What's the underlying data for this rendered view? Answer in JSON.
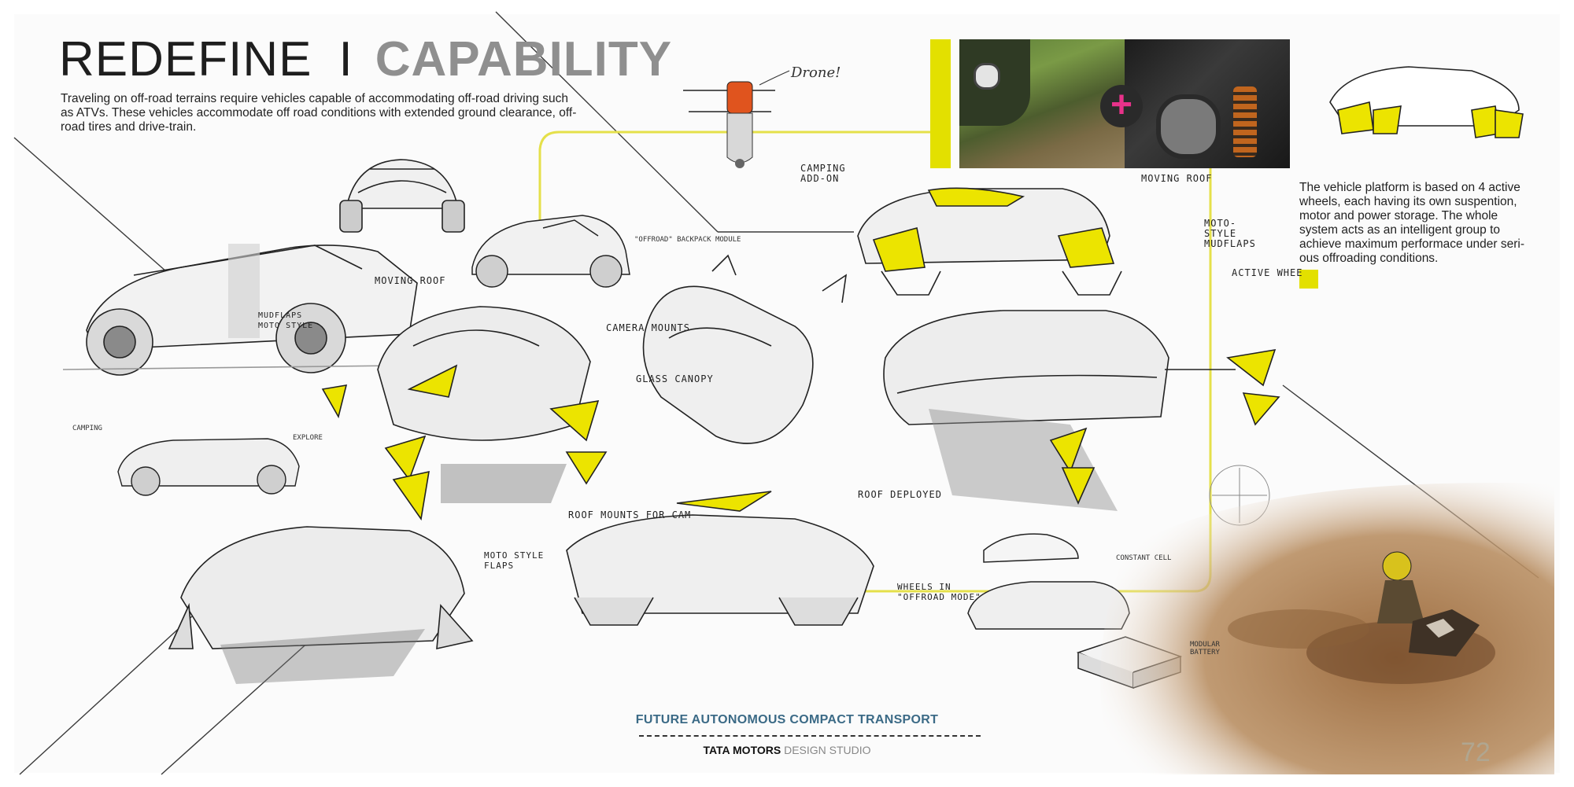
{
  "title": {
    "left": "REDEFINE",
    "separator": "I",
    "right": "CAPABILITY"
  },
  "intro": "Traveling on off-road terrains require vehicles capable of accommodating off-road driving such as ATVs. These vehicles accommodate off road conditions with extended ground clearance, off-road tires and drive-train.",
  "side_text": "The vehicle platform is based on 4 active wheels, each having its own suspention, motor and power storage. The whole system acts as an intelligent group to achieve maximum performace under seri-ous offroading conditions.",
  "annotations": {
    "drone": "Drone!",
    "camping_addon": "CAMPING ADD-ON",
    "moving_roof_top": "MOVING ROOF",
    "moto_mudflaps": "MOTO- STYLE MUDFLAPS",
    "active_wheel": "ACTIVE WHEE",
    "moving_roof": "MOVING ROOF",
    "mudflaps_moto": "MUDFLAPS MOTO STYLE",
    "camera_mounts": "CAMERA MOUNTS",
    "glass_canopy": "GLASS CANOPY",
    "offroad_backpack": "\"OFFROAD\" BACKPACK MODULE",
    "roof_deployed": "ROOF DEPLOYED",
    "roof_mounts": "ROOF MOUNTS FOR CAM",
    "moto_style_flaps": "MOTO STYLE FLAPS",
    "wheels_offroad": "WHEELS IN \"OFFROAD MODE\"",
    "constant_cell": "CONSTANT CELL",
    "camping": "CAMPING",
    "explore": "EXPLORE",
    "modular_battery": "MODULAR BATTERY"
  },
  "footer": {
    "title": "FUTURE AUTONOMOUS COMPACT TRANSPORT",
    "brand_bold": "TATA MOTORS",
    "brand_light": "DESIGN STUDIO"
  },
  "page_number": "72",
  "colors": {
    "accent_yellow": "#e8e000",
    "photo_plus": "#e8328a",
    "footer_blue": "#3b6a86"
  }
}
